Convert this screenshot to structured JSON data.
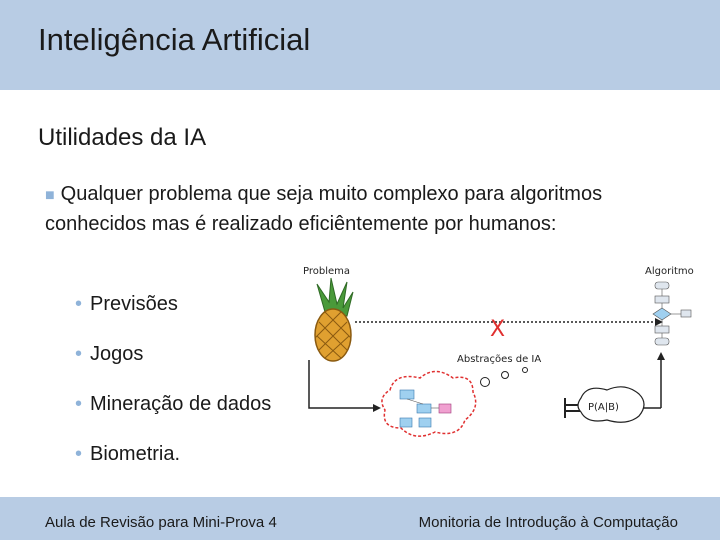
{
  "slide": {
    "title": "Inteligência Artificial",
    "subtitle": "Utilidades da IA",
    "main_bullet": "Qualquer problema que seja muito complexo para algoritmos conhecidos mas é realizado eficiêntemente por humanos:",
    "sub_bullets": [
      "Previsões",
      "Jogos",
      "Mineração de dados",
      "Biometria."
    ]
  },
  "diagram": {
    "problem_label": "Problema",
    "algorithm_label": "Algoritmo",
    "abstractions_label": "Abstrações de IA",
    "cross_mark": "X",
    "formula": "P(A|B)"
  },
  "footer": {
    "left": "Aula de Revisão para Mini-Prova 4",
    "right": "Monitoria de Introdução à Computação"
  },
  "colors": {
    "header": "#b8cce4",
    "bullet": "#8fb3d9",
    "cross": "#e03030"
  }
}
